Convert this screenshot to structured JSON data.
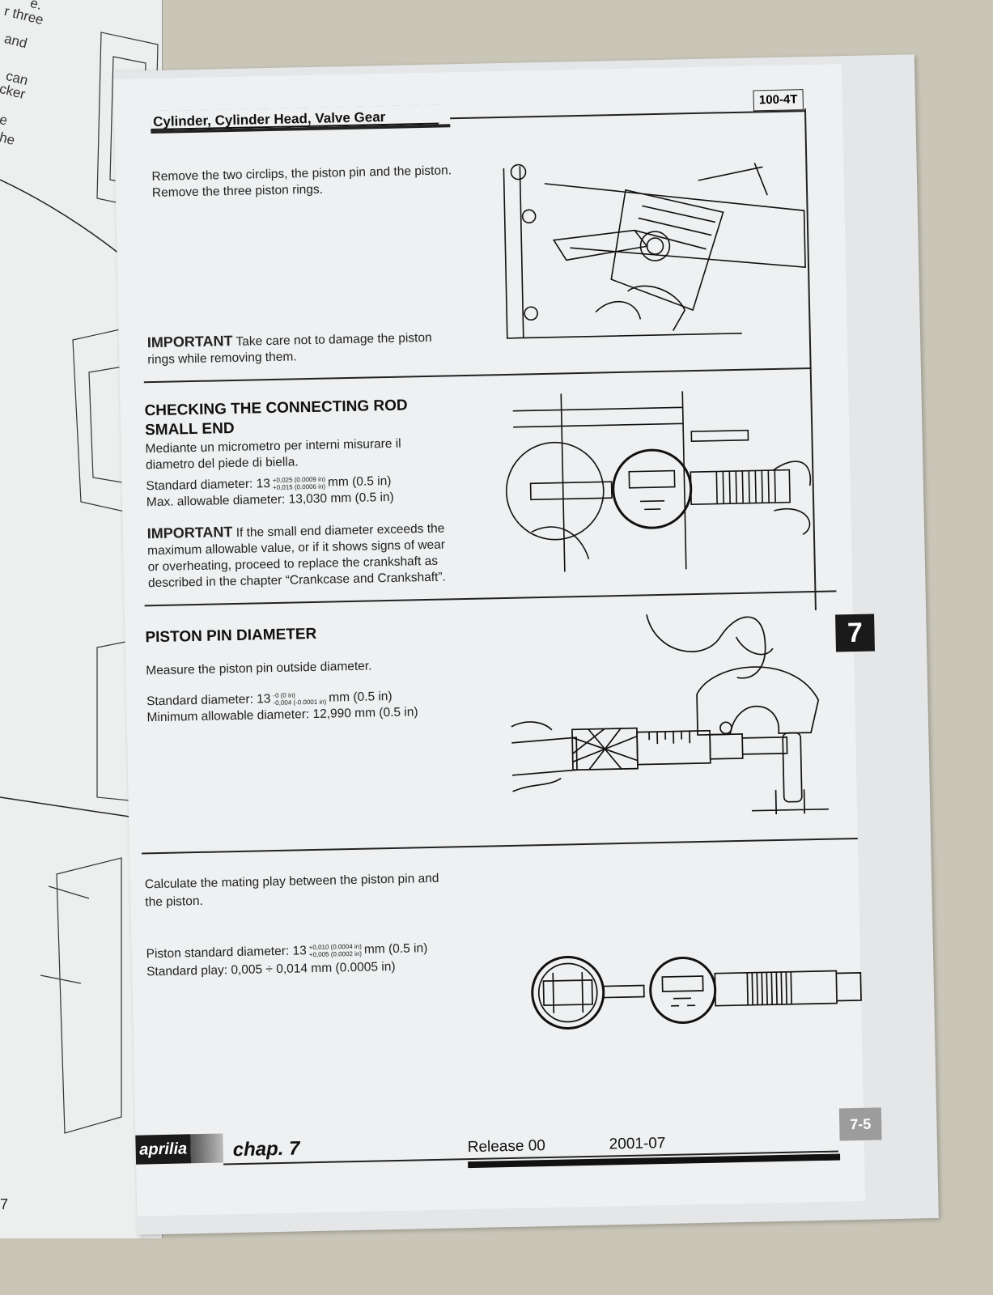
{
  "left_page": {
    "fragments": [
      "e.",
      "r three",
      "and",
      "can",
      "cker",
      "e",
      "he"
    ],
    "page_number": "7"
  },
  "header": {
    "section_title": "Cylinder, Cylinder Head, Valve Gear",
    "model_code": "100-4T"
  },
  "section1": {
    "lines": [
      "Remove the two circlips, the piston pin and the piston.",
      "Remove the three piston rings."
    ],
    "important_label": "IMPORTANT",
    "important_text": "Take care not to damage the piston",
    "important_text2": "rings while removing them."
  },
  "section2": {
    "title_line1": "CHECKING THE CONNECTING ROD",
    "title_line2": "SMALL END",
    "text_line1": "Mediante un micrometro per interni misurare il",
    "text_line2": "diametro del piede di biella.",
    "standard_label": "Standard diameter: 13",
    "standard_sup": "+0,025 (0.0009 in)",
    "standard_sub": "+0,015 (0.0006 in)",
    "standard_unit": "mm (0.5 in)",
    "max_text": "Max. allowable diameter: 13,030 mm (0.5 in)",
    "important_label": "IMPORTANT",
    "important_text1": "If the small end diameter exceeds the",
    "important_text2": "maximum allowable value, or if it shows signs of wear",
    "important_text3": "or overheating, proceed to replace the crankshaft as",
    "important_text4": "described in the chapter “Crankcase and Crankshaft”."
  },
  "section3": {
    "title": "PISTON PIN DIAMETER",
    "text": "Measure the piston pin outside diameter.",
    "standard_label": "Standard diameter: 13",
    "standard_sup": "-0 (0 in)",
    "standard_sub": "-0,004 (-0.0001 in)",
    "standard_unit": "mm (0.5 in)",
    "min_text": "Minimum allowable diameter: 12,990 mm (0.5 in)",
    "chapter_tab": "7"
  },
  "section4": {
    "text_line1": "Calculate the mating play between the piston pin and",
    "text_line2": "the piston.",
    "piston_label": "Piston standard diameter: 13",
    "piston_sup": "+0,010 (0.0004 in)",
    "piston_sub": "+0,005 (0.0002 in)",
    "piston_unit": "mm (0.5 in)",
    "play_text": "Standard play: 0,005 ÷ 0,014 mm (0.0005 in)"
  },
  "footer": {
    "brand": "aprilia",
    "chapter": "chap. 7",
    "release": "Release 00",
    "date": "2001-07",
    "page": "7-5"
  },
  "colors": {
    "ink": "#111111",
    "page": "#eef0f1",
    "tab": "#1a1a1a",
    "footer_page_box": "#9c9c9c"
  }
}
